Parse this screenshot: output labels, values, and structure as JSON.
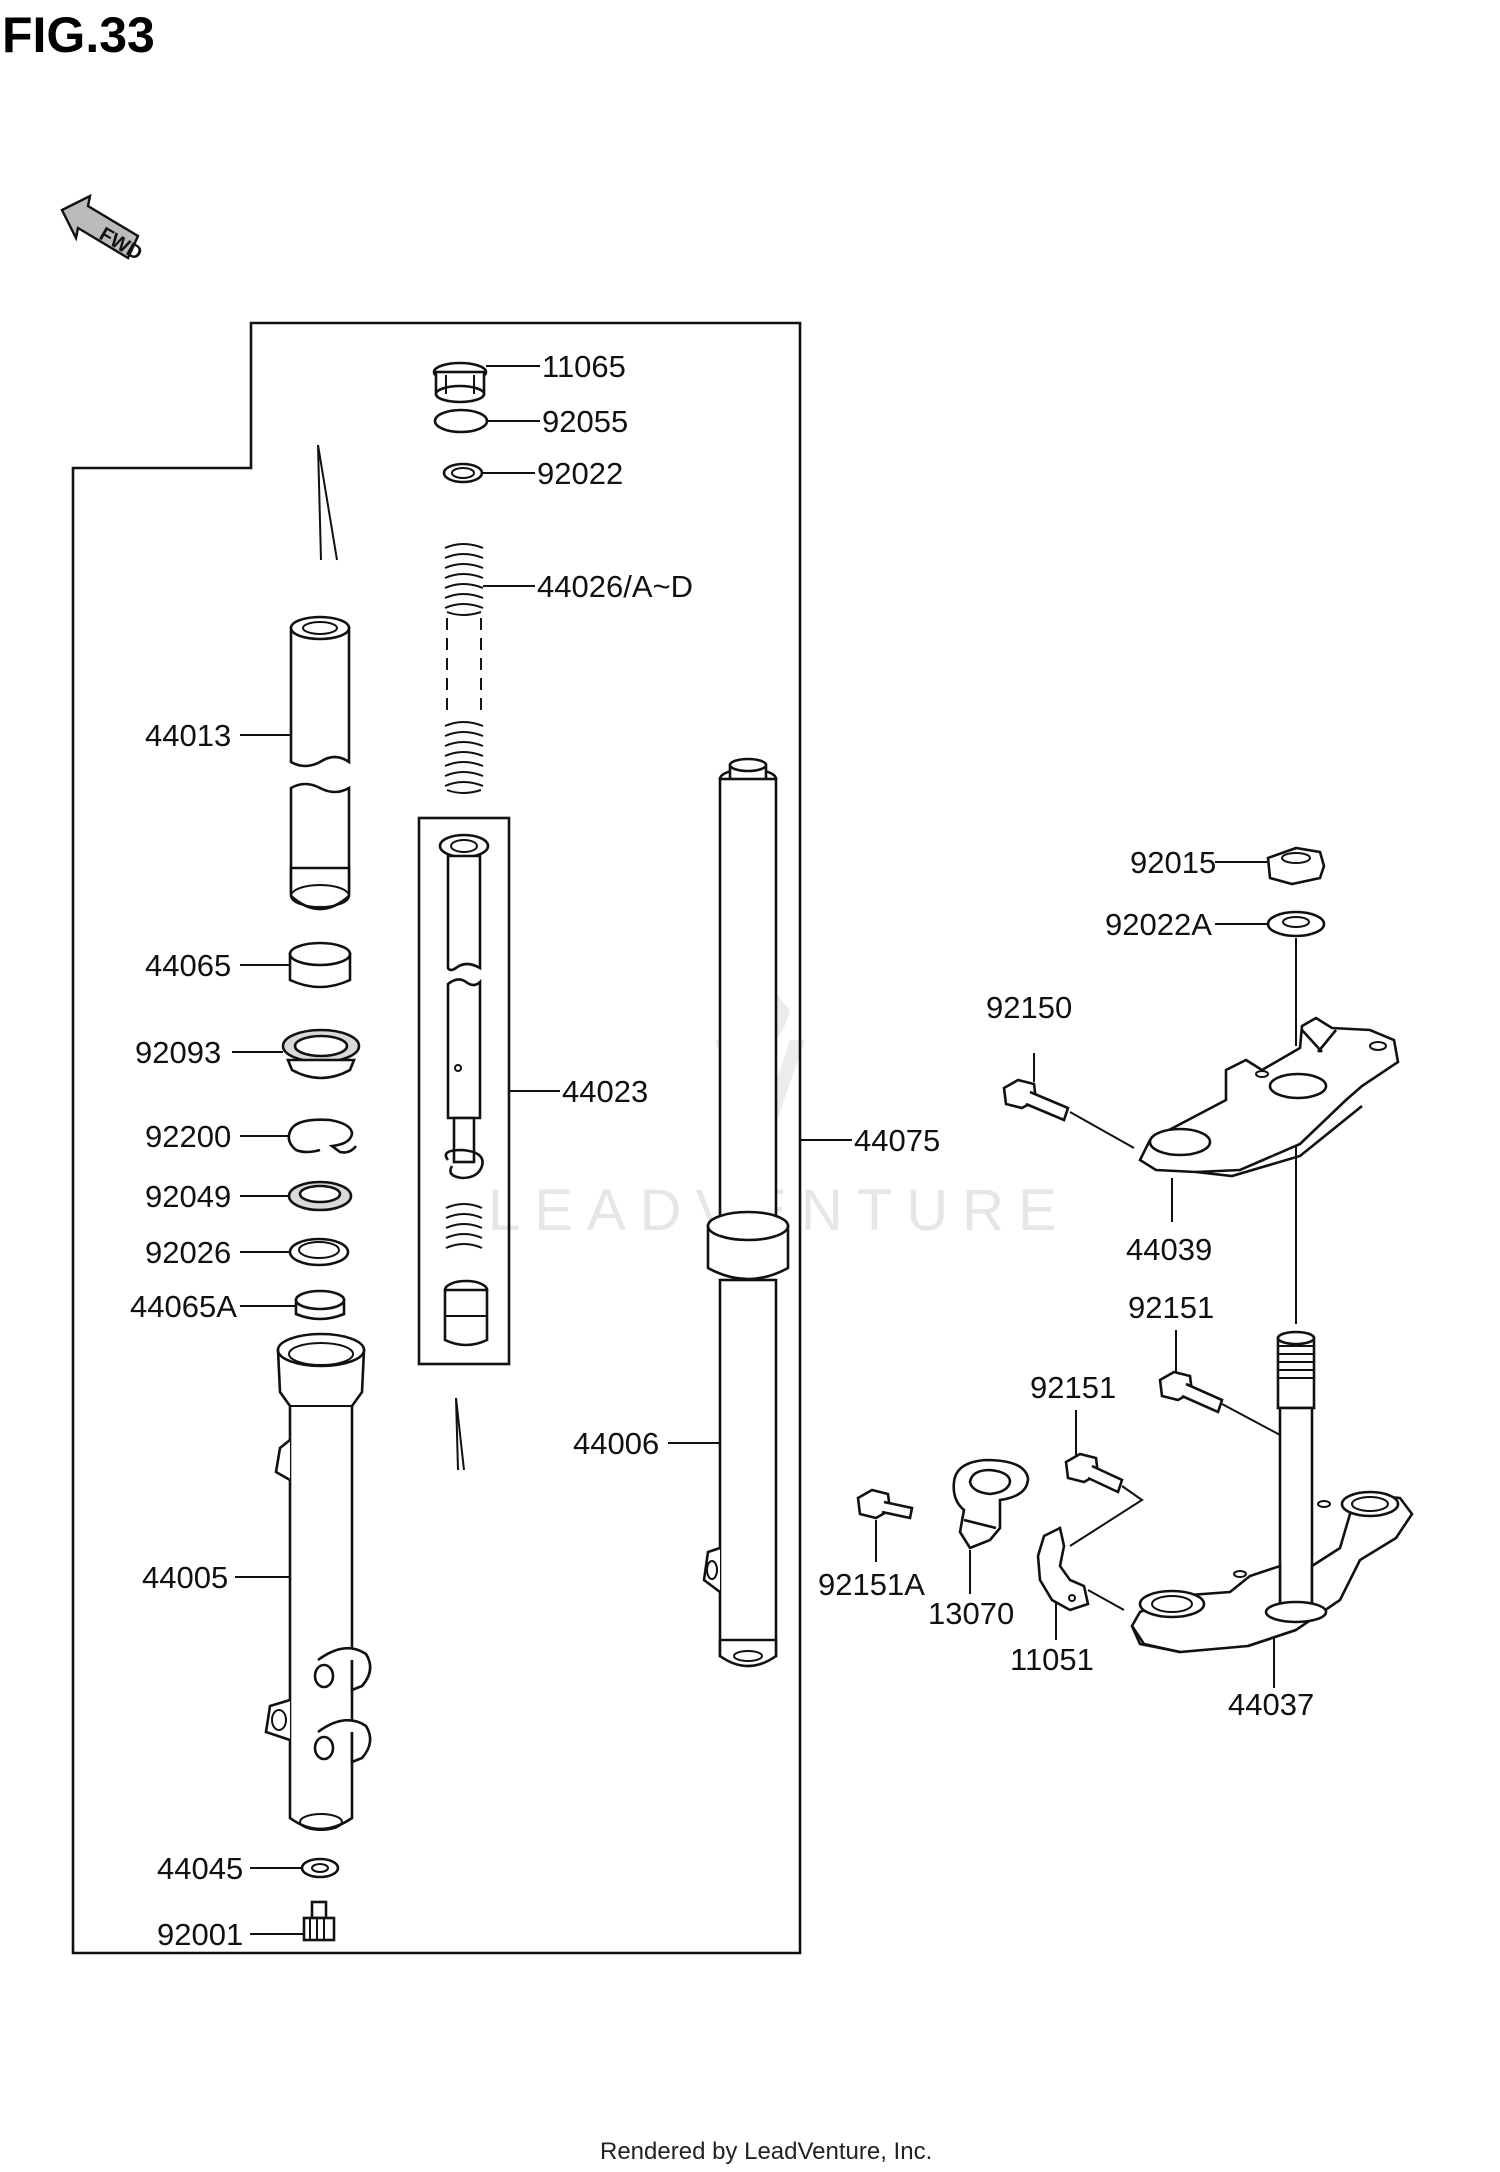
{
  "title": "FIG.33",
  "footer": "Rendered by LeadVenture, Inc.",
  "watermark": "LEADVENTURE",
  "fwd_icon_text": "FWD",
  "parts": {
    "p11065": "11065",
    "p92055": "92055",
    "p92022": "92022",
    "p44026": "44026/A~D",
    "p44013": "44013",
    "p44065": "44065",
    "p92093": "92093",
    "p92200": "92200",
    "p92049": "92049",
    "p92026": "92026",
    "p44065A": "44065A",
    "p44005": "44005",
    "p44045": "44045",
    "p92001": "92001",
    "p44023": "44023",
    "p44075": "44075",
    "p44006": "44006",
    "p92015": "92015",
    "p92022A": "92022A",
    "p92150": "92150",
    "p44039": "44039",
    "p92151a": "92151",
    "p92151b": "92151",
    "p92151A": "92151A",
    "p13070": "13070",
    "p11051": "11051",
    "p44037": "44037"
  }
}
